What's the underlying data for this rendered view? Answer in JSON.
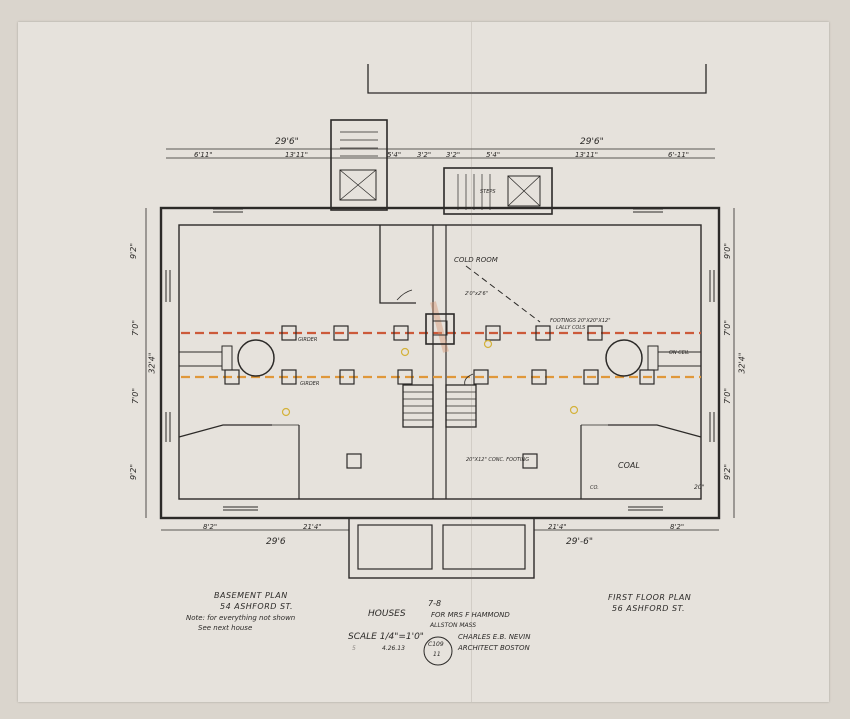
{
  "top_dims": {
    "left_total": "29'6\"",
    "right_total": "29'6\"",
    "segments": [
      "6'11\"",
      "13'11\"",
      "5'4\"",
      "3'2\"",
      "3'2\"",
      "5'4\"",
      "13'11\"",
      "6'-11\""
    ]
  },
  "left_dims": [
    "9'2\"",
    "7'0\"",
    "7'0\"",
    "9'2\""
  ],
  "left_total": "32'4\"",
  "right_dims": [
    "9'0\"",
    "7'0\"",
    "7'0\"",
    "9'2\""
  ],
  "right_total": "32'4\"",
  "bottom_dims": {
    "left": [
      "8'2\"",
      "21'4\""
    ],
    "left_total": "29'6",
    "right": [
      "21'4\"",
      "8'2\""
    ],
    "right_total": "29'-6\""
  },
  "labels": {
    "cold_room": "COLD ROOM",
    "coal": "COAL",
    "girder_top": "GIRDER",
    "girder_bottom": "GIRDER",
    "footings": "FOOTINGS 20\"X20\"X12\"",
    "lally": "LALLY COLS",
    "footing_small": "20\"X12\" CONC. FOOTING",
    "steps": "STEPS",
    "on_ceil": "ON CEIL",
    "co": "CO.",
    "size_note": "2'0\"x2'6\"",
    "twenty": "20\""
  },
  "left_title": {
    "plan": "BASEMENT PLAN",
    "address": "54 ASHFORD ST.",
    "note_1": "Note: for everything not shown",
    "note_2": "See next house"
  },
  "right_title": {
    "plan": "FIRST FLOOR PLAN",
    "address": "56 ASHFORD ST."
  },
  "center_title": {
    "houses": "HOUSES",
    "numbers": "7-8",
    "owner": "FOR MRS F HAMMOND",
    "location": "ALLSTON MASS",
    "scale": "SCALE 1/4\"=1'0\"",
    "date": "4.26.13",
    "architect": "CHARLES E.B. NEVIN",
    "architect_city": "ARCHITECT BOSTON",
    "stamp_top": "C109",
    "stamp_bottom": "11",
    "pencil_num": "5"
  },
  "colors": {
    "paper": "#e6e2dc",
    "ink": "#2c2a28",
    "girder_red": "#cc5a3a",
    "girder_orange": "#e0983a",
    "lally_yellow": "#e2c23a",
    "pencil": "#8f8a86"
  }
}
